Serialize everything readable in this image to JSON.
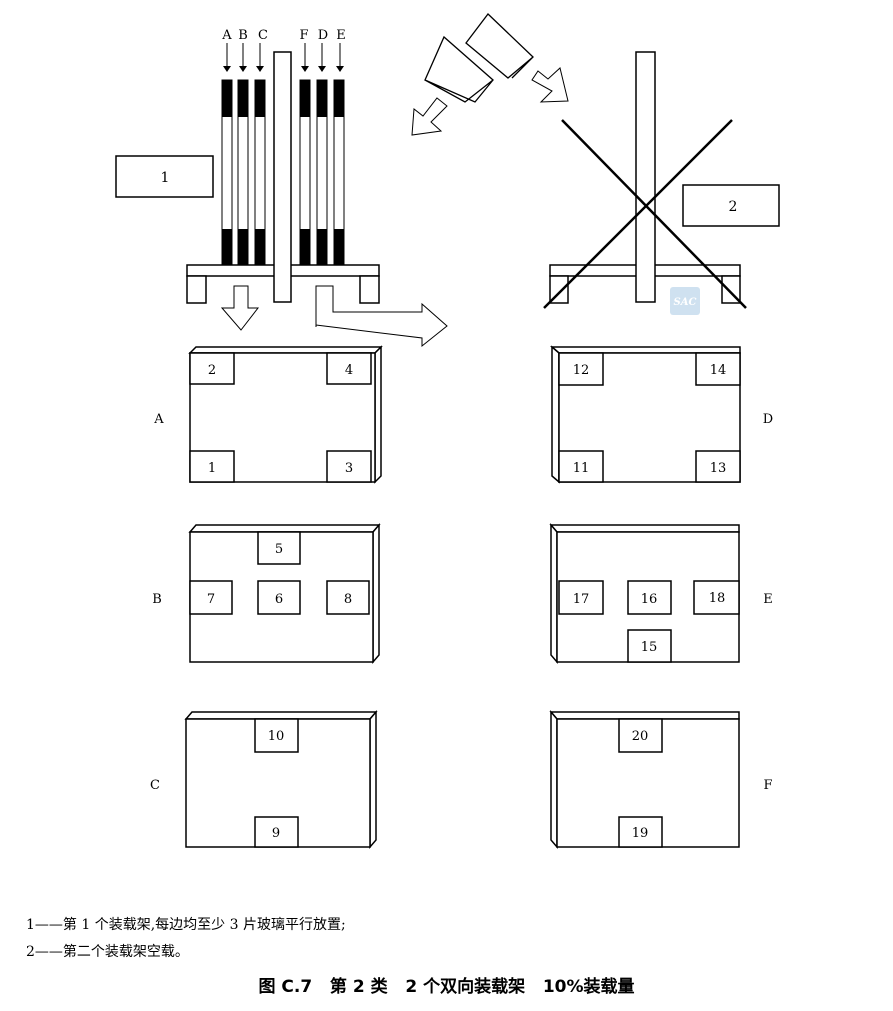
{
  "diagram": {
    "stand_left_label": "1",
    "stand_right_label": "2",
    "lite_labels": [
      "A",
      "B",
      "C",
      "F",
      "D",
      "E"
    ],
    "view_letters": [
      "A",
      "B",
      "C",
      "D",
      "E",
      "F"
    ],
    "panels": [
      {
        "view": "A",
        "boxes": [
          "2",
          "4",
          "1",
          "3"
        ]
      },
      {
        "view": "B",
        "boxes": [
          "5",
          "7",
          "6",
          "8"
        ]
      },
      {
        "view": "C",
        "boxes": [
          "10",
          "9"
        ]
      },
      {
        "view": "D",
        "boxes": [
          "12",
          "14",
          "11",
          "13"
        ]
      },
      {
        "view": "E",
        "boxes": [
          "17",
          "16",
          "18",
          "15"
        ]
      },
      {
        "view": "F",
        "boxes": [
          "20",
          "19"
        ]
      }
    ],
    "watermark": "SAC"
  },
  "legend": {
    "line1": "1——第 1 个装载架,每边均至少 3 片玻璃平行放置;",
    "line2": "2——第二个装载架空载。"
  },
  "caption": "图 C.7   第 2 类   2 个双向装载架   10%装载量"
}
